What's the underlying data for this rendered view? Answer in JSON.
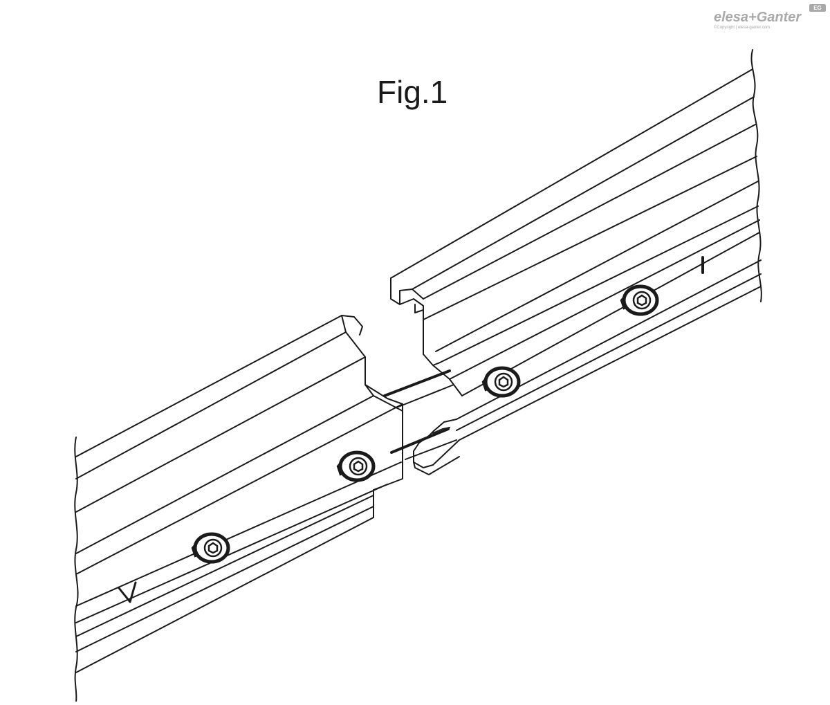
{
  "figure": {
    "title": "Fig.1"
  },
  "brand": {
    "logo_text": "elesa+Ganter",
    "badge_text": "EG",
    "copyright": "©Copyright | elesa-ganter.com"
  },
  "colors": {
    "line": "#1a1a1a",
    "shade": "#3a3a3a",
    "brand_grey": "#a9a9a9"
  }
}
